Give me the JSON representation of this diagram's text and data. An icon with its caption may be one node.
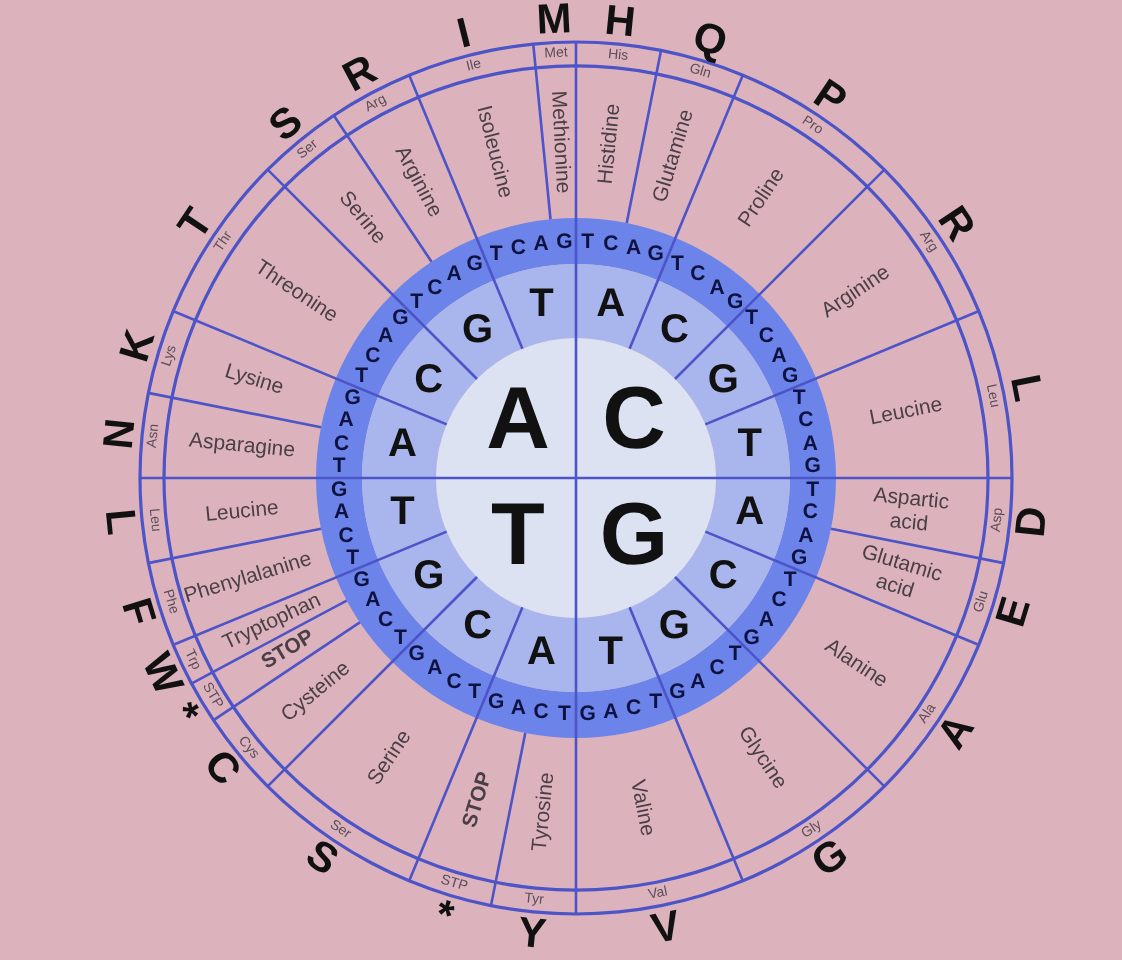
{
  "diagram": {
    "labels": [
      "A",
      "C",
      "T",
      "G",
      "A",
      "C",
      "G",
      "T",
      "A",
      "C",
      "G",
      "T",
      "A",
      "C",
      "G",
      "T",
      "A",
      "C",
      "G",
      "T",
      "T",
      "C",
      "A",
      "G",
      "T",
      "C",
      "A",
      "G",
      "T",
      "C",
      "A",
      "G",
      "T",
      "C",
      "A",
      "G",
      "T",
      "C",
      "A",
      "G",
      "T",
      "C",
      "A",
      "G",
      "T",
      "C",
      "A",
      "G",
      "T",
      "C",
      "A",
      "G",
      "T",
      "C",
      "A",
      "G",
      "T",
      "C",
      "A",
      "G",
      "T",
      "C",
      "A",
      "G",
      "T",
      "C",
      "A",
      "G",
      "T",
      "C",
      "A",
      "G",
      "T",
      "C",
      "A",
      "G",
      "T",
      "C",
      "A",
      "G",
      "T",
      "C",
      "A",
      "G",
      "Histidine",
      "Glutamine",
      "Proline",
      "Arginine",
      "Leucine",
      "Aspartic acid",
      "Glutamic acid",
      "Alanine",
      "Glycine",
      "Valine",
      "Tyrosine",
      "STOP",
      "Serine",
      "Cysteine",
      "STOP",
      "Tryptophan",
      "Phenylalanine",
      "Leucine",
      "Asparagine",
      "Lysine",
      "Threonine",
      "Serine",
      "Arginine",
      "Isoleucine",
      "Methionine",
      "His",
      "Gln",
      "Pro",
      "Arg",
      "Leu",
      "Asp",
      "Glu",
      "Ala",
      "Gly",
      "Val",
      "Tyr",
      "STP",
      "Ser",
      "Cys",
      "STP",
      "Trp",
      "Phe",
      "Leu",
      "Asn",
      "Lys",
      "Thr",
      "Ser",
      "Arg",
      "Ile",
      "Met",
      "H",
      "Q",
      "P",
      "R",
      "L",
      "D",
      "E",
      "A",
      "G",
      "V",
      "Y",
      "*",
      "S",
      "C",
      "*",
      "W",
      "F",
      "L",
      "N",
      "K",
      "T",
      "S",
      "R",
      "I",
      "M"
    ]
  }
}
